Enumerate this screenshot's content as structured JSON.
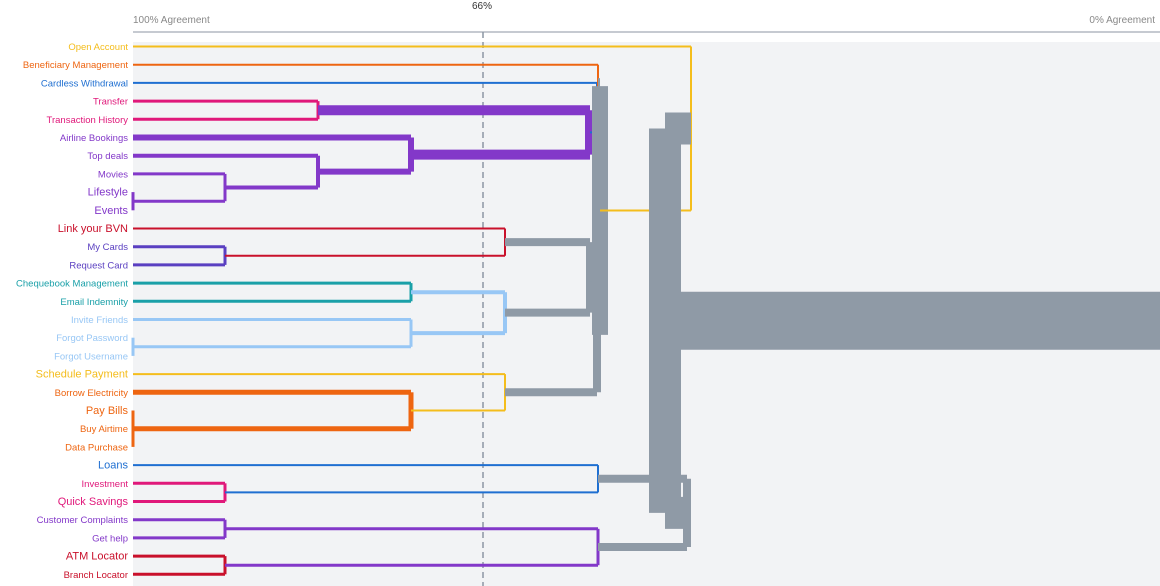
{
  "axis": {
    "left_label": "100% Agreement",
    "right_label": "0% Agreement"
  },
  "threshold_marker": {
    "label": "66%",
    "value": 66
  },
  "colors": {
    "orange": "#ee6511",
    "blue": "#1f6fd1",
    "pink": "#e0187a",
    "purple": "#8338c9",
    "red": "#c9102b",
    "indigo": "#5a3fc1",
    "teal": "#1aa0a8",
    "lightblue": "#98c7f5",
    "yellow": "#f4bd1c",
    "gray": "#8f9aa6",
    "bg": "#f2f3f5"
  },
  "leaves": [
    {
      "label": "Open Account",
      "color": "#f4bd1c",
      "bold": false
    },
    {
      "label": "Beneficiary Management",
      "color": "#ee6511",
      "bold": false
    },
    {
      "label": "Cardless Withdrawal",
      "color": "#1f6fd1",
      "bold": false
    },
    {
      "label": "Transfer",
      "color": "#e0187a",
      "bold": false
    },
    {
      "label": "Transaction History",
      "color": "#e0187a",
      "bold": false
    },
    {
      "label": "Airline Bookings",
      "color": "#8338c9",
      "bold": false
    },
    {
      "label": "Top deals",
      "color": "#8338c9",
      "bold": false
    },
    {
      "label": "Movies",
      "color": "#8338c9",
      "bold": false
    },
    {
      "label": "Lifestyle",
      "color": "#8338c9",
      "bold": true
    },
    {
      "label": "Events",
      "color": "#8338c9",
      "bold": true
    },
    {
      "label": "Link your BVN",
      "color": "#c9102b",
      "bold": true
    },
    {
      "label": "My Cards",
      "color": "#5a3fc1",
      "bold": false
    },
    {
      "label": "Request Card",
      "color": "#5a3fc1",
      "bold": false
    },
    {
      "label": "Chequebook Management",
      "color": "#1aa0a8",
      "bold": false
    },
    {
      "label": "Email Indemnity",
      "color": "#1aa0a8",
      "bold": false
    },
    {
      "label": "Invite Friends",
      "color": "#98c7f5",
      "bold": false
    },
    {
      "label": "Forgot Password",
      "color": "#98c7f5",
      "bold": false
    },
    {
      "label": "Forgot Username",
      "color": "#98c7f5",
      "bold": false
    },
    {
      "label": "Schedule Payment",
      "color": "#f4bd1c",
      "bold": true
    },
    {
      "label": "Borrow Electricity",
      "color": "#ee6511",
      "bold": false
    },
    {
      "label": "Pay Bills",
      "color": "#ee6511",
      "bold": true
    },
    {
      "label": "Buy Airtime",
      "color": "#ee6511",
      "bold": false
    },
    {
      "label": "Data Purchase",
      "color": "#ee6511",
      "bold": false
    },
    {
      "label": "Loans",
      "color": "#1f6fd1",
      "bold": true
    },
    {
      "label": "Investment",
      "color": "#e0187a",
      "bold": false
    },
    {
      "label": "Quick Savings",
      "color": "#e0187a",
      "bold": true
    },
    {
      "label": "Customer Complaints",
      "color": "#8338c9",
      "bold": false
    },
    {
      "label": "Get help",
      "color": "#8338c9",
      "bold": false
    },
    {
      "label": "ATM Locator",
      "color": "#c9102b",
      "bold": true
    },
    {
      "label": "Branch Locator",
      "color": "#c9102b",
      "bold": false
    }
  ]
}
